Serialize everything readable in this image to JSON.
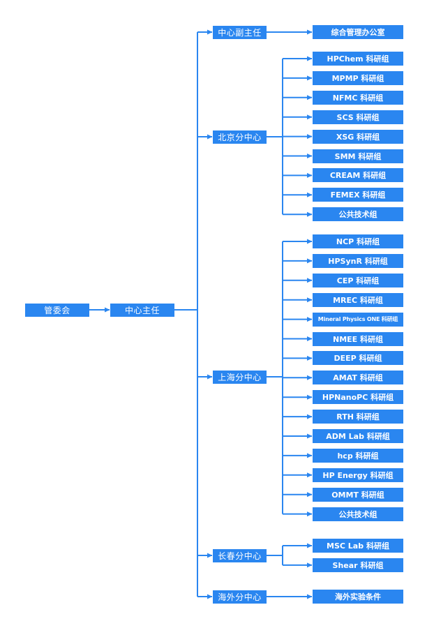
{
  "colors": {
    "node_bg": "#2a86f0",
    "node_text": "#ffffff",
    "line": "#2a86f0"
  },
  "root": {
    "label": "管委会"
  },
  "director": {
    "label": "中心主任"
  },
  "branches": [
    {
      "label": "中心副主任",
      "children": [
        "综合管理办公室"
      ]
    },
    {
      "label": "北京分中心",
      "children": [
        "HPChem 科研组",
        "MPMP 科研组",
        "NFMC 科研组",
        "SCS 科研组",
        "XSG 科研组",
        "SMM 科研组",
        "CREAM 科研组",
        "FEMEX 科研组",
        "公共技术组"
      ]
    },
    {
      "label": "上海分中心",
      "children": [
        "NCP 科研组",
        "HPSynR 科研组",
        "CEP 科研组",
        "MREC 科研组",
        "Mineral Physics ONE 科研组",
        "NMEE 科研组",
        "DEEP 科研组",
        "AMAT 科研组",
        "HPNanoPC 科研组",
        "RTH 科研组",
        "ADM Lab 科研组",
        "hcp 科研组",
        "HP Energy 科研组",
        "OMMT 科研组",
        "公共技术组"
      ]
    },
    {
      "label": "长春分中心",
      "children": [
        "MSC Lab 科研组",
        "Shear 科研组"
      ]
    },
    {
      "label": "海外分中心",
      "children": [
        "海外实验条件"
      ]
    }
  ]
}
